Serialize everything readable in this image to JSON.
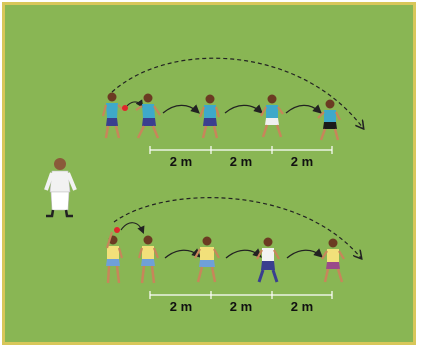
{
  "colors": {
    "field": "#89b654",
    "field_border": "#d8c75a",
    "team_top_shirt": "#3fa9c9",
    "team_top_shorts": "#3a3f8f",
    "team_bottom_shirt": "#f2e07a",
    "team_bottom_shorts": "#6fa0d8",
    "ball": "#e0262b",
    "referee_shirt": "#f2f2f2",
    "referee_pants": "#ffffff"
  },
  "drill_top": {
    "distances": [
      {
        "label": "2 m"
      },
      {
        "label": "2 m"
      },
      {
        "label": "2 m"
      }
    ]
  },
  "drill_bottom": {
    "distances": [
      {
        "label": "2 m"
      },
      {
        "label": "2 m"
      },
      {
        "label": "2 m"
      }
    ]
  }
}
